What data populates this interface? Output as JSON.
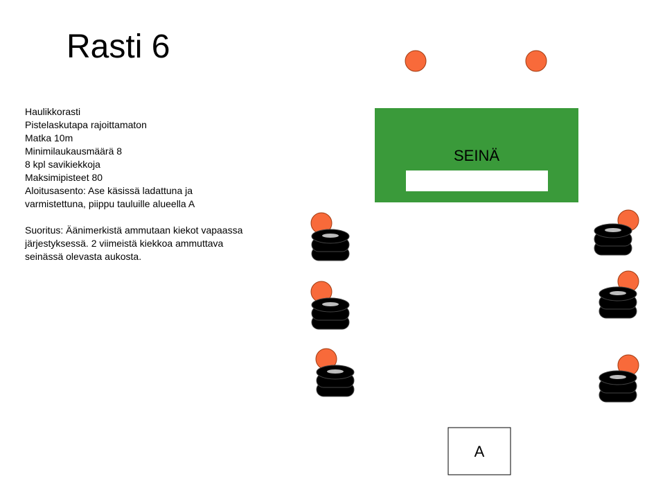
{
  "title": "Rasti 6",
  "info": {
    "lines": [
      "Haulikkorasti",
      "Pistelaskutapa rajoittamaton",
      "Matka 10m",
      "Minimilaukausmäärä 8",
      "8 kpl savikiekkoja",
      "Maksimipisteet 80",
      "Aloitusasento: Ase käsissä ladattuna ja",
      "varmistettuna, piippu tauluille alueella A"
    ],
    "suoritus_lines": [
      "Suoritus: Äänimerkistä ammutaan kiekot vapaassa",
      "järjestyksessä. 2 viimeistä kiekkoa ammuttava",
      "seinässä olevasta aukosta."
    ]
  },
  "diagram": {
    "wall_label": "SEINÄ",
    "area_label": "A",
    "colors": {
      "wall": "#3a9a3a",
      "target": "#f86a3a",
      "target_stroke": "#a03a10",
      "tire": "#000000",
      "tire_highlight": "#bdbdbd",
      "opening": "#ffffff"
    }
  }
}
